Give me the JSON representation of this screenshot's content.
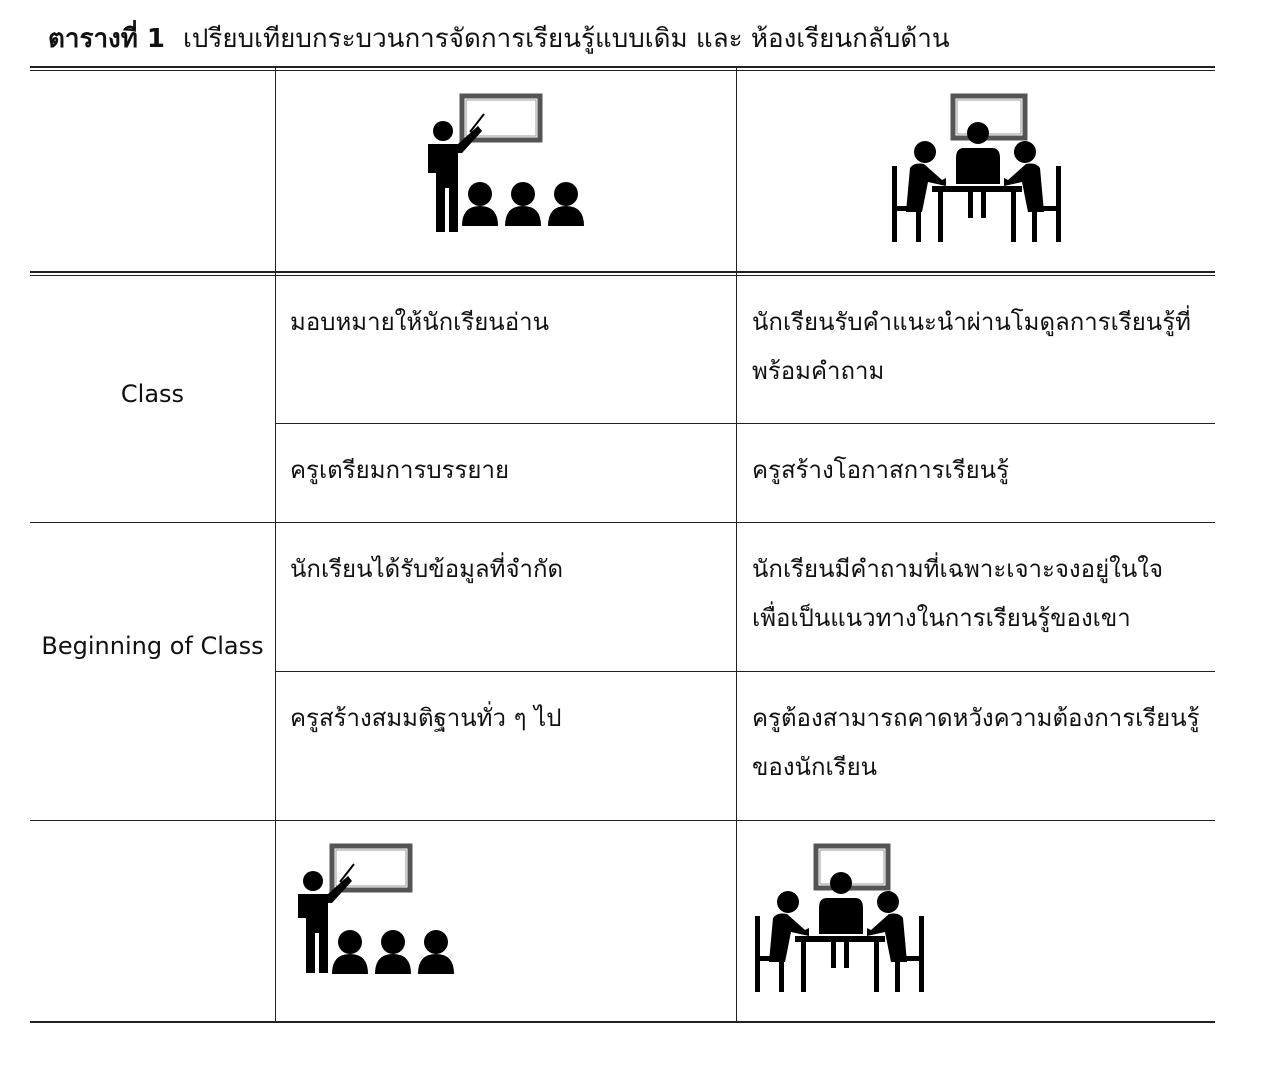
{
  "caption": {
    "label": "ตารางที่ 1",
    "title": "เปรียบเทียบกระบวนการจัดการเรียนรู้แบบเดิม  และ ห้องเรียนกลับด้าน"
  },
  "header_row": {
    "traditional_icon": "teacher-lecturing-icon",
    "flipped_icon": "group-discussion-table-icon"
  },
  "rows": [
    {
      "heading": "Class",
      "cells": [
        {
          "traditional": "มอบหมายให้นักเรียนอ่าน",
          "flipped": [
            "นักเรียนรับคำแนะนำผ่านโมดูลการเรียนรู้ที่",
            "พร้อมคำถาม"
          ]
        },
        {
          "traditional": "ครูเตรียมการบรรยาย",
          "flipped": [
            "ครูสร้างโอกาสการเรียนรู้"
          ]
        }
      ]
    },
    {
      "heading": "Beginning of Class",
      "cells": [
        {
          "traditional": "นักเรียนได้รับข้อมูลที่จำกัด",
          "flipped": [
            "นักเรียนมีคำถามที่เฉพาะเจาะจงอยู่ในใจ",
            "เพื่อเป็นแนวทางในการเรียนรู้ของเขา"
          ]
        },
        {
          "traditional": "ครูสร้างสมมติฐานทั่ว ๆ ไป",
          "flipped": [
            "ครูต้องสามารถคาดหวังความต้องการเรียนรู้",
            "ของนักเรียน"
          ]
        }
      ]
    }
  ],
  "footer_row": {
    "traditional_icon": "teacher-lecturing-icon",
    "flipped_icon": "group-discussion-table-icon"
  }
}
